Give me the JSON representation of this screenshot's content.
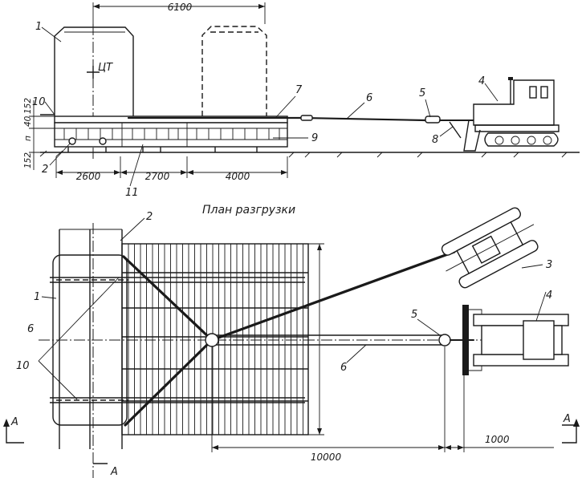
{
  "labels": {
    "n1": "1",
    "n2": "2",
    "n4": "4",
    "n5": "5",
    "n6": "6",
    "n7": "7",
    "n8": "8",
    "n9": "9",
    "n10": "10",
    "n11": "11",
    "n3": "3",
    "ct": "ЦТ",
    "section": "А"
  },
  "dims": {
    "spacing": "6100",
    "d2600": "2600",
    "d2700": "2700",
    "d4000": "4000",
    "d10000": "10000",
    "d1000": "1000",
    "v152a": "152",
    "v40": "40",
    "vn": "п",
    "v152b": "152"
  },
  "plan_title": "План разгрузки"
}
